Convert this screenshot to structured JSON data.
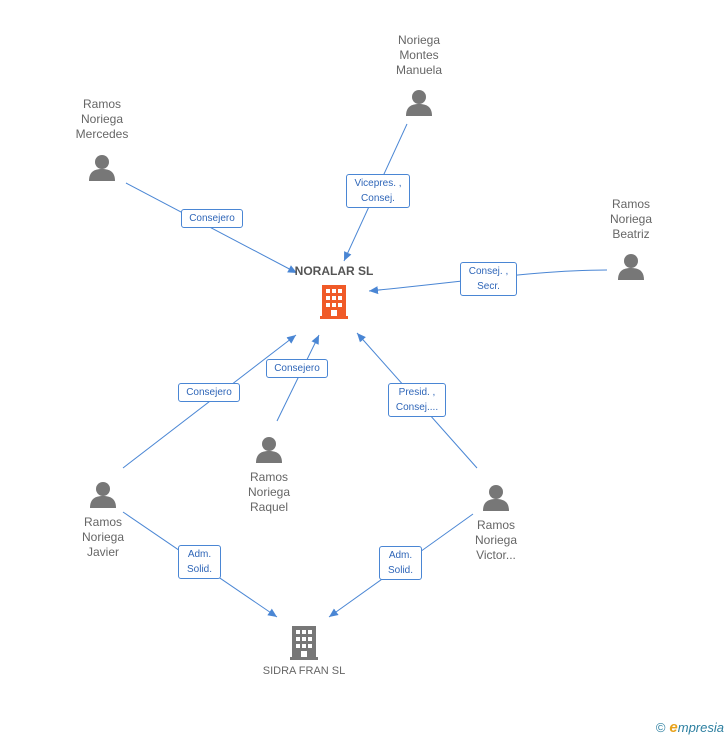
{
  "companies": {
    "noralar": {
      "name": "NORALAR SL",
      "color": "#f05a28"
    },
    "sidra": {
      "name": "SIDRA FRAN SL",
      "color": "#777777"
    }
  },
  "people": {
    "manuela": [
      "Noriega",
      "Montes",
      "Manuela"
    ],
    "mercedes": [
      "Ramos",
      "Noriega",
      "Mercedes"
    ],
    "beatriz": [
      "Ramos",
      "Noriega",
      "Beatriz"
    ],
    "raquel": [
      "Ramos",
      "Noriega",
      "Raquel"
    ],
    "javier": [
      "Ramos",
      "Noriega",
      "Javier"
    ],
    "victor": [
      "Ramos",
      "Noriega",
      "Victor..."
    ]
  },
  "roles": {
    "mercedes_noralar": [
      "Consejero"
    ],
    "manuela_noralar": [
      "Vicepres. ,",
      "Consej."
    ],
    "beatriz_noralar": [
      "Consej. ,",
      "Secr."
    ],
    "javier_noralar": [
      "Consejero"
    ],
    "raquel_noralar": [
      "Consejero"
    ],
    "victor_noralar": [
      "Presid. ,",
      "Consej...."
    ],
    "javier_sidra": [
      "Adm.",
      "Solid."
    ],
    "victor_sidra": [
      "Adm.",
      "Solid."
    ]
  },
  "colors": {
    "edge": "#4a86d4",
    "person": "#777777"
  },
  "brand": {
    "copyright": "©",
    "initial": "e",
    "rest": "mpresia"
  }
}
